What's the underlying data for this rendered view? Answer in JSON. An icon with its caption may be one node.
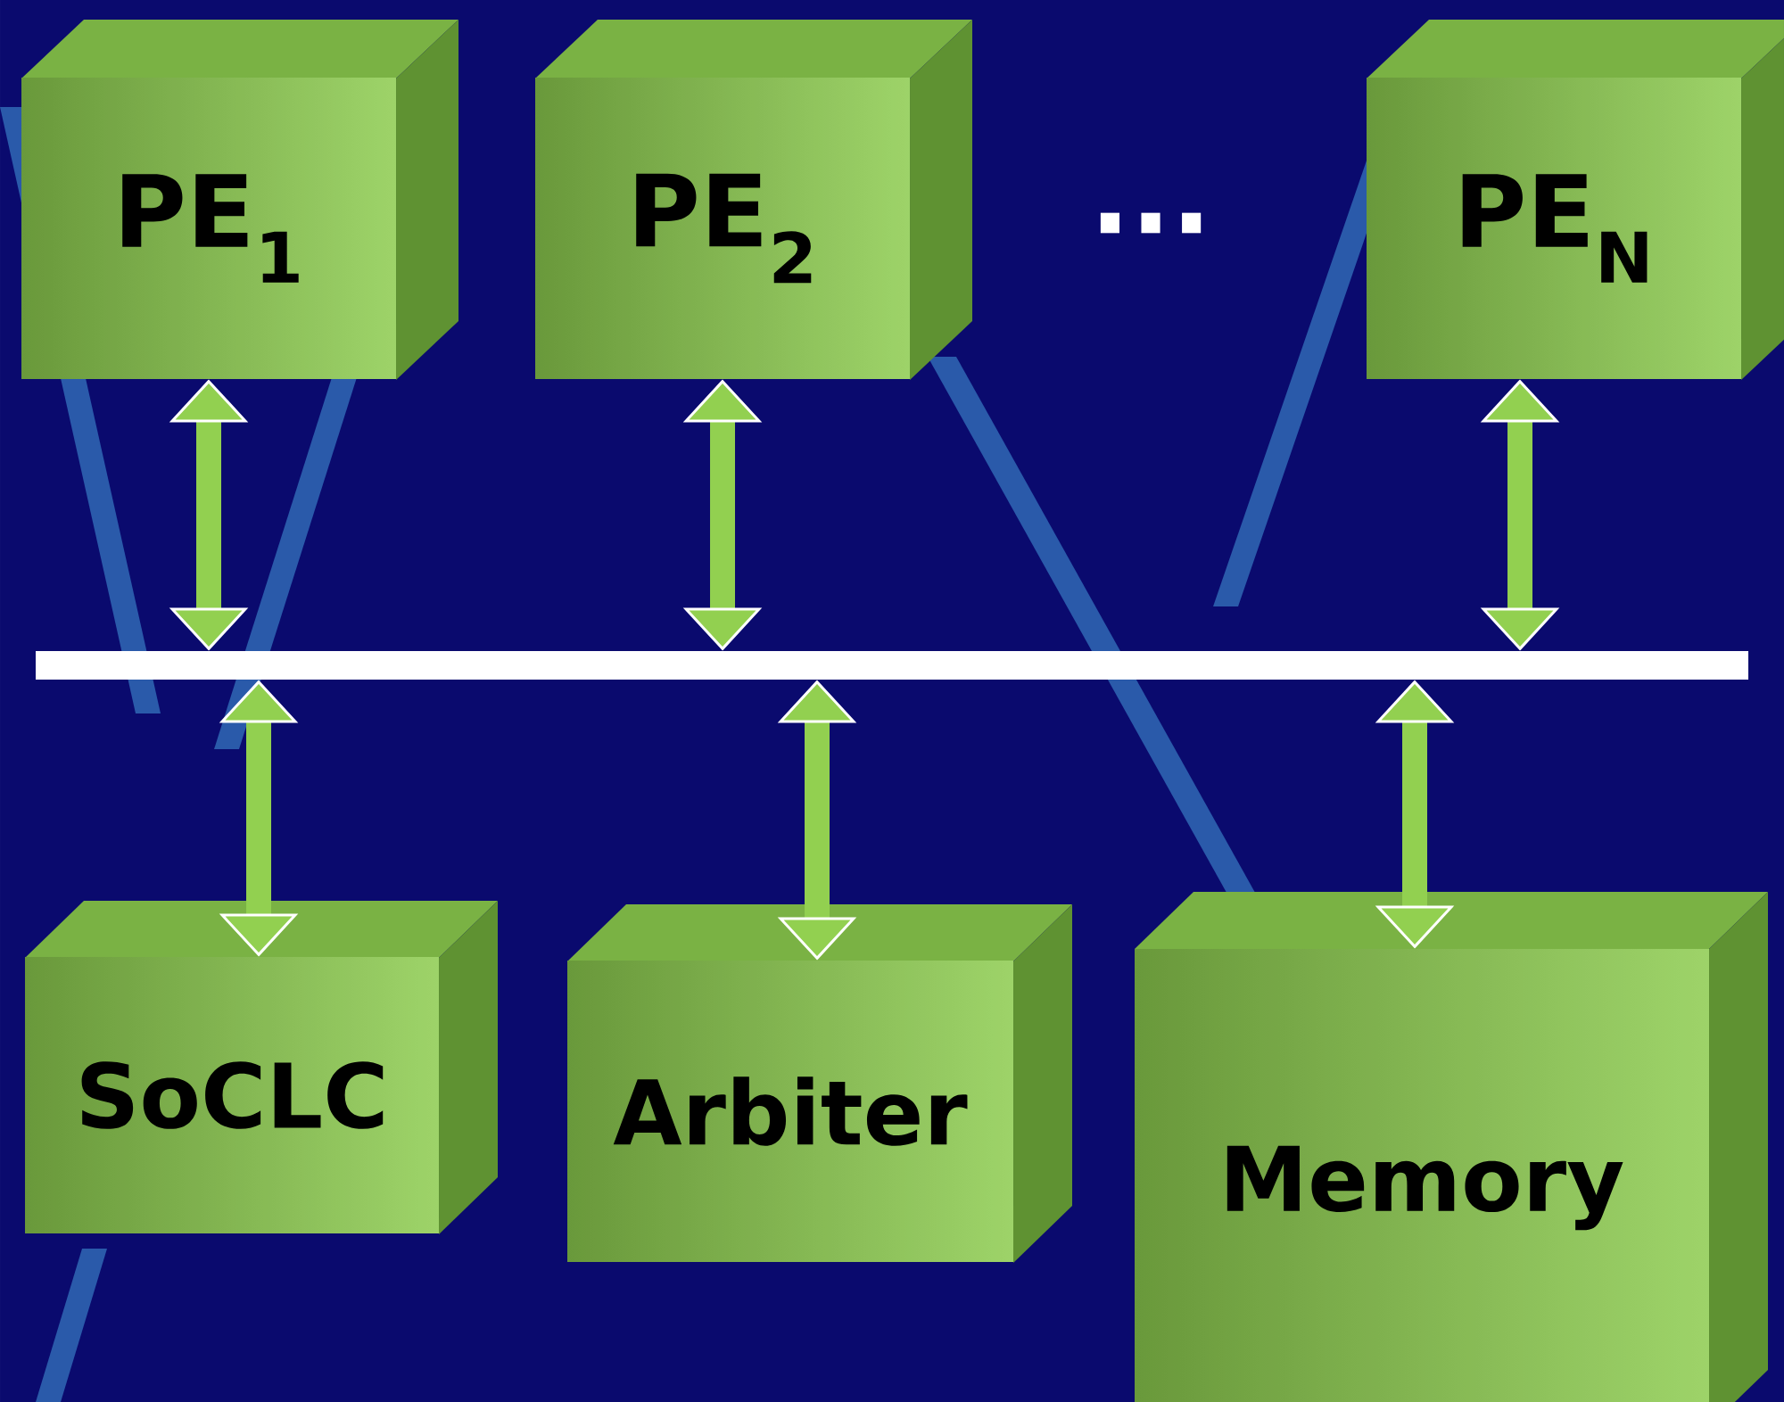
{
  "diagram": {
    "nodes": [
      {
        "text": [
          "PE$_{1}$"
        ]
      },
      {
        "text": [
          "PE$_{2}$"
        ]
      },
      {
        "text": [
          "PE$_{N}$"
        ]
      },
      {
        "text": [],
        "shape": "bar"
      },
      {
        "text": [
          "SoCLC"
        ]
      },
      {
        "text": [
          "Arbiter"
        ]
      },
      {
        "text": [
          "Memory"
        ]
      }
    ],
    "edges": [
      {
        "from": 0,
        "to": 3,
        "arrow": "both"
      },
      {
        "from": 1,
        "to": 3,
        "arrow": "both"
      },
      {
        "from": 2,
        "to": 3,
        "arrow": "both"
      },
      {
        "from": 3,
        "to": 4,
        "arrow": "both"
      },
      {
        "from": 3,
        "to": 5,
        "arrow": "both"
      },
      {
        "from": 3,
        "to": 6,
        "arrow": "both"
      }
    ],
    "labels": [
      "..."
    ]
  }
}
